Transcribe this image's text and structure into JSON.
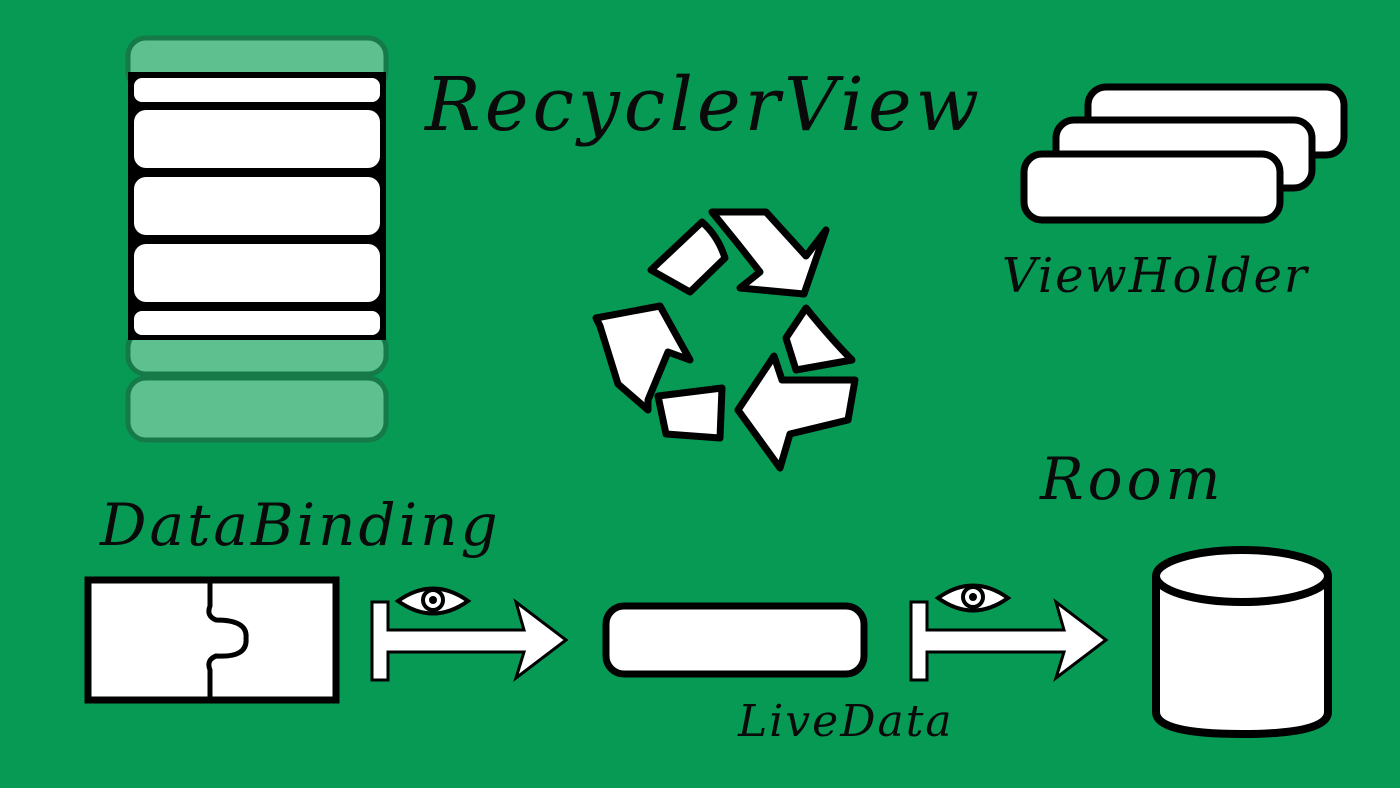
{
  "labels": {
    "recycler_view": "RecyclerView",
    "view_holder": "ViewHolder",
    "data_binding": "DataBinding",
    "room": "Room",
    "live_data": "LiveData"
  },
  "colors": {
    "background": "#079a55",
    "faded_item": "#5fc08f",
    "stroke": "#000000",
    "fill": "#ffffff"
  },
  "icons": [
    "list-icon",
    "recycle-icon",
    "stacked-cards-icon",
    "puzzle-icon",
    "eye-icon",
    "arrow-icon",
    "livedata-box-icon",
    "database-icon"
  ]
}
